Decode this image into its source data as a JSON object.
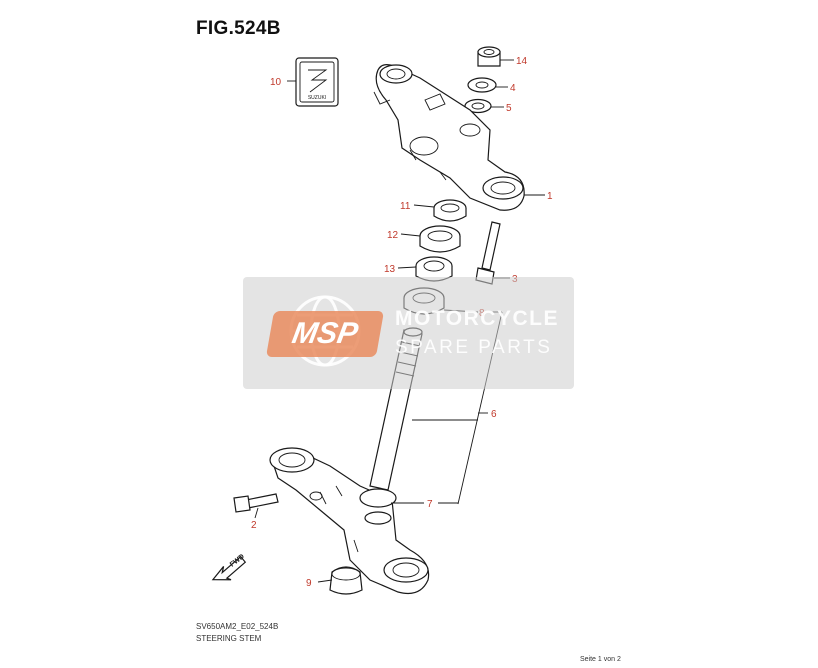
{
  "title": "FIG.524B",
  "model_code": "SV650AM2_E02_524B",
  "subtitle": "STEERING STEM",
  "page_info": "Seite 1 von 2",
  "watermark": {
    "badge": "MSP",
    "line1": "MOTORCYCLE",
    "line2": "SPARE PARTS"
  },
  "callouts": [
    "1",
    "2",
    "3",
    "4",
    "5",
    "6",
    "7",
    "8",
    "9",
    "10",
    "11",
    "12",
    "13",
    "14"
  ],
  "emblem_text": "SUZUKI",
  "fwd_label": "FWD",
  "colors": {
    "callout": "#c0392b",
    "line": "#1a1a1a",
    "watermark_badge": "#e98c5f"
  }
}
